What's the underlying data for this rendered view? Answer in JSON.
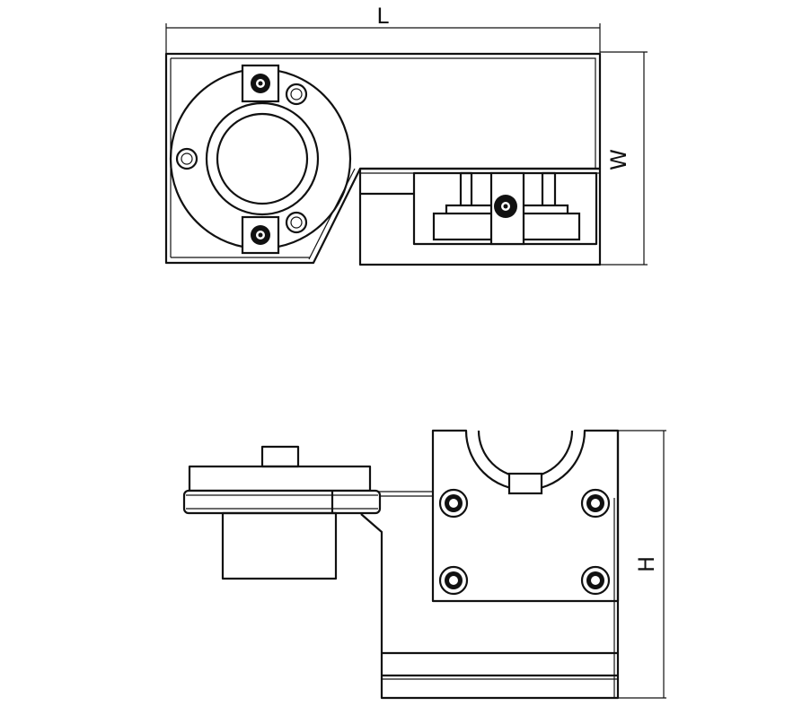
{
  "drawing": {
    "top_view": {
      "dimension_length_label": "L",
      "dimension_width_label": "W"
    },
    "side_view": {
      "dimension_height_label": "H"
    }
  }
}
